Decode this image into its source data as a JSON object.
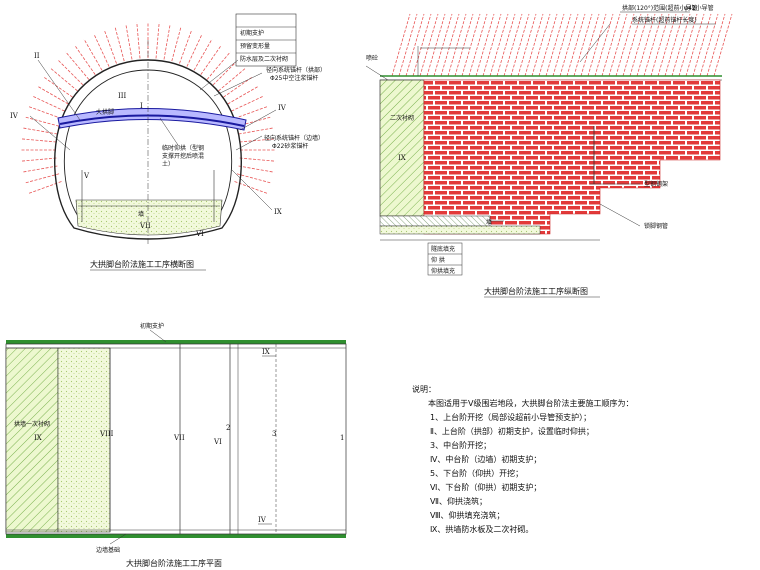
{
  "cross_section": {
    "title": "大拱脚台阶法施工工序横断图",
    "legend": [
      "初期支护",
      "预留变形量",
      "防水层及二次衬砌"
    ],
    "labels": {
      "bolt_upper": "径向系统锚杆（拱部）",
      "bolt_upper_spec": "Φ25中空注浆锚杆",
      "big_foot": "大拱脚",
      "temp_invert": "临时仰拱（型钢",
      "temp_invert2": "支撑开挖后喷混",
      "temp_invert3": "土）",
      "bolt_side": "径向系统锚杆（边墙）",
      "bolt_side_spec": "Φ22砂浆锚杆",
      "fill": "填"
    },
    "roman": [
      "I",
      "II",
      "III",
      "IV",
      "IV",
      "V",
      "VI",
      "VII",
      "IX"
    ]
  },
  "long_section": {
    "title": "大拱脚台阶法施工工序纵断图",
    "labels": {
      "spray": "喷砼",
      "top_note1": "拱部(120°)范围(超前小导管",
      "top_note2": "φ42小导管",
      "top_note3": "系统锚杆(超前锚杆长度)",
      "lining": "二次衬砌",
      "steel": "型钢钢架",
      "lock_bolt": "锁脚锚杆",
      "lock_pipe": "锁脚钢管",
      "fill": "填",
      "invert_fill": "仰拱填充",
      "invert": "仰  拱",
      "invert_fill2": "仰拱填充"
    },
    "legend_rows": [
      "隧底填充",
      "仰  拱",
      "仰拱填充"
    ],
    "roman": [
      "IX"
    ]
  },
  "plan": {
    "title": "大拱脚台阶法施工工序平面",
    "labels": {
      "support": "初期支护",
      "lining": "拱墙一次衬砌",
      "wall": "边墙基础"
    },
    "roman": [
      "IX",
      "VIII",
      "VII",
      "VI",
      "2",
      "3",
      "1",
      "IX",
      "IV"
    ]
  },
  "notes": {
    "heading": "说明：",
    "intro": "本图适用于Ⅴ级围岩地段，大拱脚台阶法主要施工顺序为：",
    "items": [
      "1、上台阶开挖（局部设超前小导管预支护）；",
      "Ⅱ、上台阶（拱部）初期支护，设置临时仰拱；",
      "3、中台阶开挖；",
      "Ⅳ、中台阶（边墙）初期支护；",
      "5、下台阶（仰拱）开挖；",
      "Ⅵ、下台阶（仰拱）初期支护；",
      "Ⅶ、仰拱浇筑；",
      "Ⅷ、仰拱填充浇筑；",
      "Ⅸ、拱墙防水板及二次衬砌。"
    ]
  },
  "colors": {
    "bolt": "#e85555",
    "brick": "#e23a3a",
    "hatch": "#6aa544",
    "fillgreen": "#eaf7c8",
    "support": "#1a1aa0"
  }
}
